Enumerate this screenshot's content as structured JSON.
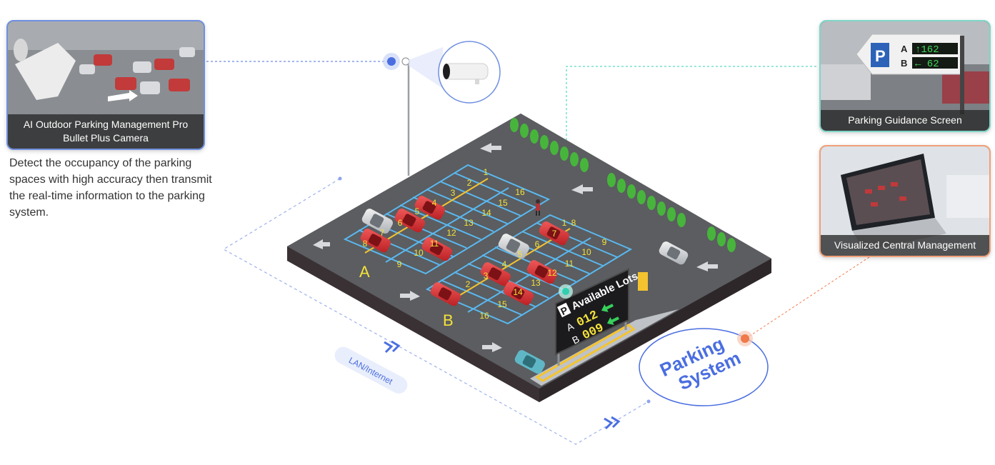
{
  "camera_card": {
    "title": "AI Outdoor Parking Management Pro Bullet Plus Camera",
    "icon": "bullet-camera-icon"
  },
  "description": "Detect the occupancy of the parking spaces with high accuracy then transmit the real-time information to the parking system.",
  "guidance_card": {
    "title": "Parking Guidance Screen",
    "sign": {
      "p": "P",
      "row_a_label": "A",
      "row_a_value": "↑162",
      "row_b_label": "B",
      "row_b_value": "← 62"
    }
  },
  "central_card": {
    "title": "Visualized Central Management"
  },
  "parking_lot": {
    "zone_a_label": "A",
    "zone_b_label": "B",
    "zone_a_slots": [
      "1",
      "2",
      "3",
      "4",
      "5",
      "6",
      "7",
      "8",
      "9",
      "10",
      "11",
      "12",
      "13",
      "14",
      "15",
      "16"
    ],
    "zone_b_slots": [
      "1",
      "2",
      "3",
      "4",
      "5",
      "6",
      "7",
      "8",
      "9",
      "10",
      "11",
      "12",
      "13",
      "14",
      "15",
      "16"
    ],
    "board": {
      "p": "P",
      "title": "Available Lots",
      "row_a_label": "A",
      "row_a_value": "012",
      "row_b_label": "B",
      "row_b_value": "009"
    }
  },
  "network_label": "LAN/Internet",
  "system_label_line1": "Parking",
  "system_label_line2": "System",
  "colors": {
    "accent_blue": "#4a6ee0",
    "accent_teal": "#2fd0b0",
    "accent_orange": "#f07a4a",
    "slot_line": "#5ab8f0",
    "slot_number": "#f4e23a"
  }
}
